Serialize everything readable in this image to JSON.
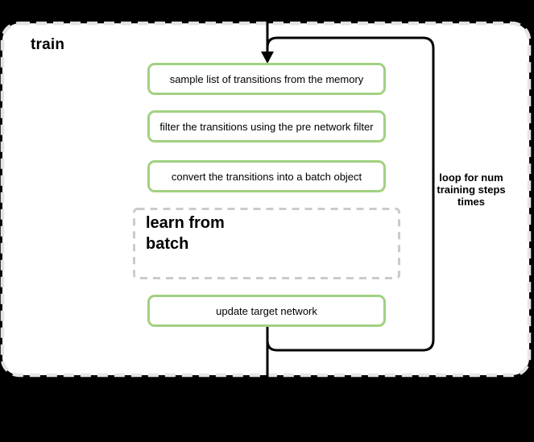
{
  "diagram": {
    "container_label": "train",
    "steps": [
      "sample list of transitions from the memory",
      "filter the transitions using the pre network filter",
      "convert the transitions into a batch object"
    ],
    "subprocess_label": "learn from\nbatch",
    "final_step_label": "update target network",
    "loop_label": "loop for num\ntraining steps\ntimes",
    "colors": {
      "page_background": "#000000",
      "container_fill": "#ffffff",
      "container_dash": "#e4e4e4",
      "subprocess_dash": "#cbcbcb",
      "step_border": "#a2d181",
      "flow_stroke": "#000000"
    }
  }
}
